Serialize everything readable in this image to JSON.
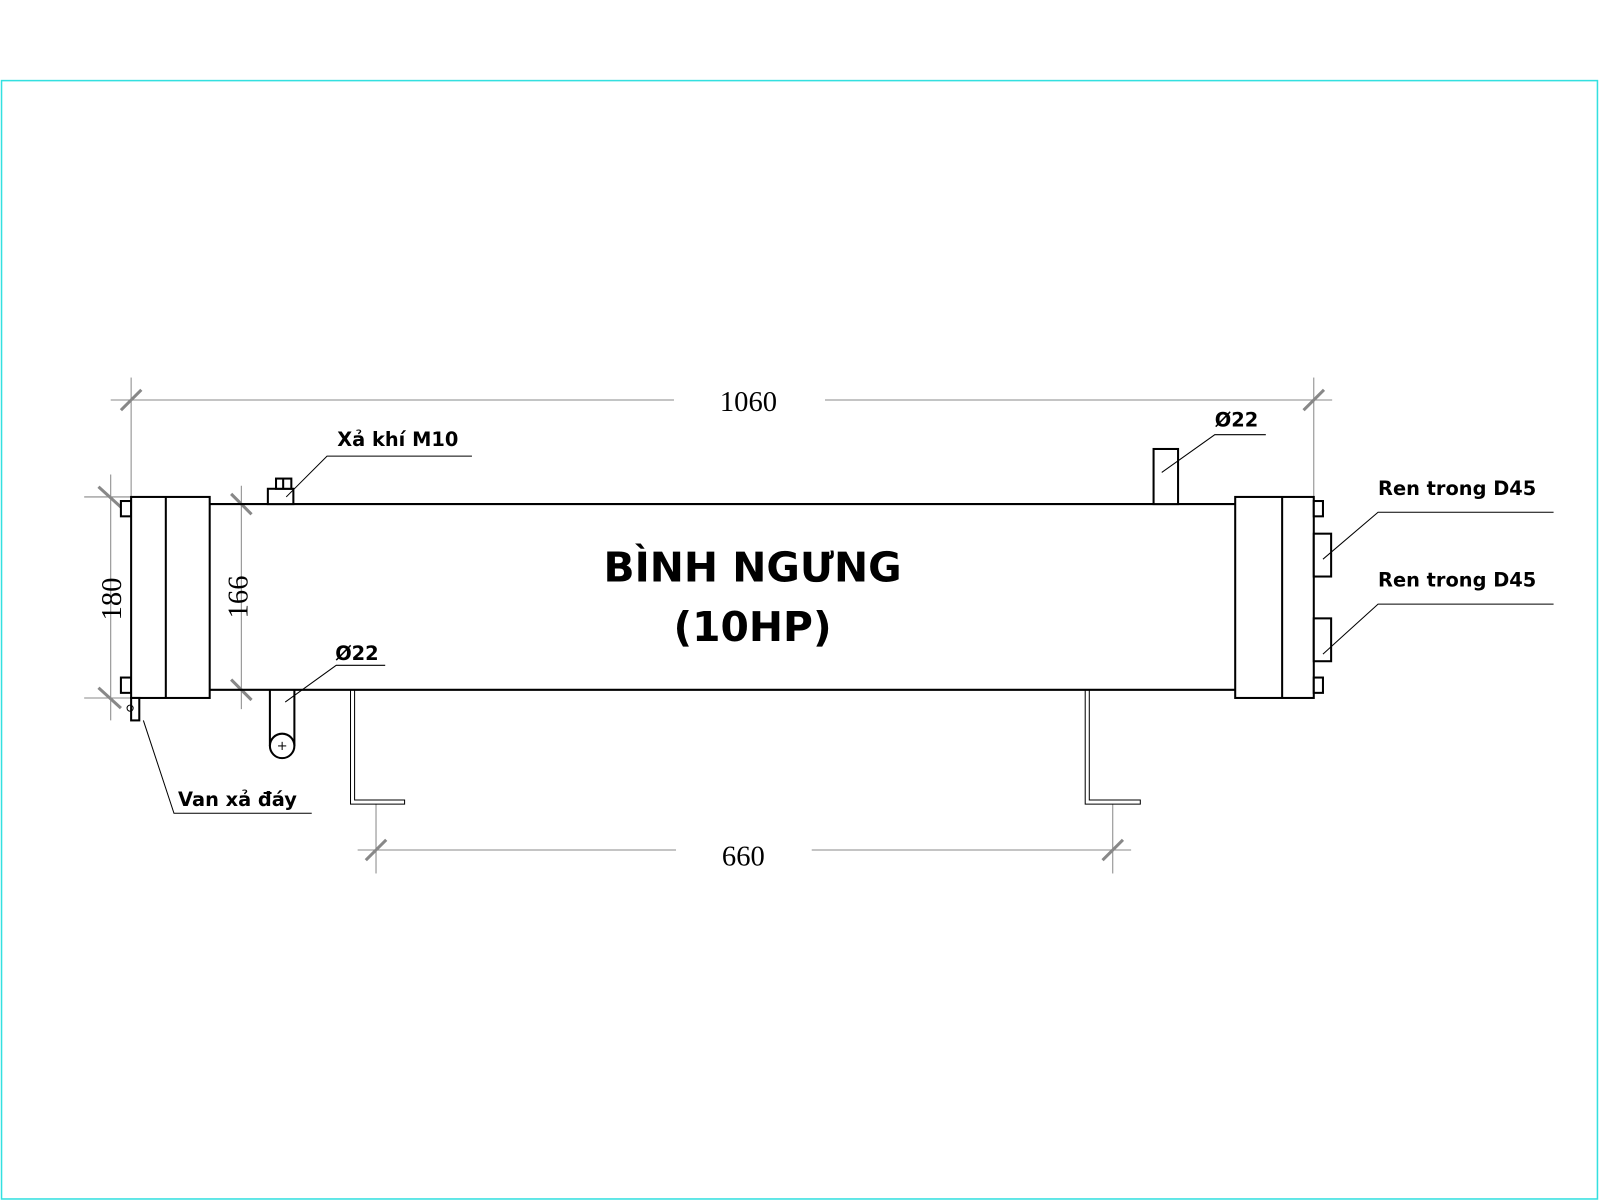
{
  "title": {
    "line1": "BÌNH NGƯNG",
    "line2": "(10HP)"
  },
  "dimensions": {
    "overall_length": "1060",
    "leg_spacing": "660",
    "flange_height": "180",
    "shell_diameter": "166"
  },
  "labels": {
    "vent": "Xả khí M10",
    "top_pipe": "Ø22",
    "bottom_pipe": "Ø22",
    "port_upper": "Ren trong D45",
    "port_lower": "Ren trong D45",
    "drain_valve": "Van xả đáy"
  },
  "colors": {
    "frame": "#33e0e0",
    "line": "#000000",
    "dimension": "#888888"
  }
}
